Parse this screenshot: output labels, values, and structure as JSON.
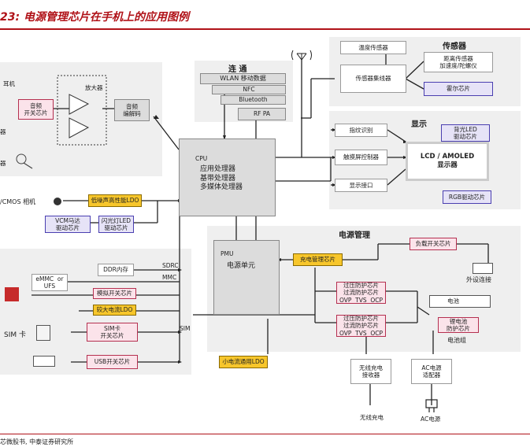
{
  "header": {
    "title": "23: 电源管理芯片在手机上的应用图例"
  },
  "footer": {
    "source": "芯微股书, 中泰证券研究所"
  },
  "connectivity": {
    "title": "连 通",
    "wlan": "WLAN 移动数据",
    "nfc": "NFC",
    "bluetooth": "Bluetooth",
    "rfpa": "RF PA"
  },
  "sensors": {
    "title": "传感器",
    "temp": "温度传感器",
    "hub": "传感器集线器",
    "distance": "距离传感器\n加速度/陀螺仪",
    "hall": "霍尔芯片"
  },
  "display": {
    "title": "显示",
    "fingerprint": "指纹识别",
    "touch": "触摸屏控制器",
    "interface": "显示接口",
    "panel": "LCD / AMOLED\n显示器",
    "backlight": "背光LED\n驱动芯片",
    "rgb": "RGB驱动芯片"
  },
  "audio": {
    "earphone": "耳机",
    "switch": "音频\n开关芯片",
    "amp": "放大器",
    "codec": "音频\n编解码",
    "speaker_suffix": "器",
    "mic_suffix": "器"
  },
  "cpu": {
    "label": "CPU",
    "desc": "应用处理器\n基带处理器\n多媒体处理器"
  },
  "camera": {
    "label": "/CMOS 相机",
    "ldo": "低噪声高性能LDO",
    "vcm": "VCM马达\n驱动芯片",
    "flash": "闪光灯LED\n驱动芯片"
  },
  "memory": {
    "ddr": "DDR内存",
    "emmc": "eMMC  or\nUFS",
    "analog_switch": "模拟开关芯片",
    "ldo": "较大电流LDO",
    "sdrc": "SDRC",
    "mmc": "MMC",
    "sim": "SIM",
    "sim_card": "SIM 卡",
    "sim_switch": "SIM卡\n开关芯片",
    "usb_switch": "USB开关芯片"
  },
  "power": {
    "title": "电源管理",
    "pmu": "PMU",
    "pmu_unit": "电源单元",
    "charger": "充电管理芯片",
    "load_switch": "负载开关芯片",
    "ext": "外设连接",
    "ovp1": "过压防护芯片\n过流防护芯片\nOVP  TVS  OCP",
    "ovp2": "过压防护芯片\n过流防护芯片\nOVP  TVS  OCP",
    "battery": "电池",
    "battery_protect": "锂电池\n防护芯片",
    "battery_pack": "电池组",
    "small_ldo": "小电流通用LDO",
    "wireless_rx": "无线充电\n接收器",
    "ac_adapter": "AC电源\n适配器",
    "wireless": "无线充电",
    "ac": "AC电源"
  }
}
